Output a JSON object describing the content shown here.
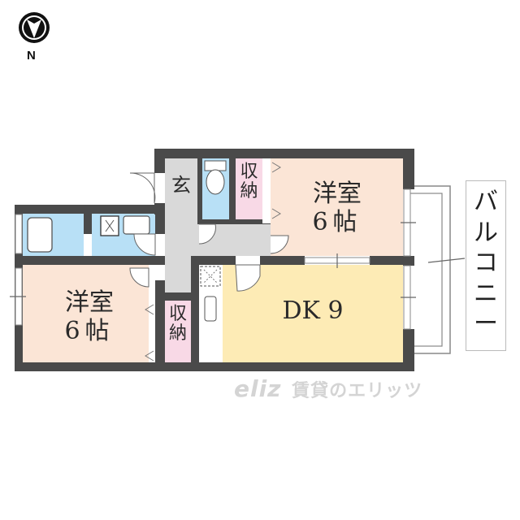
{
  "compass": {
    "icon": "north-arrow-icon",
    "label": "N"
  },
  "rooms": {
    "western_room_top": {
      "name": "洋室",
      "size": "6帖",
      "color": "#fbe5d6"
    },
    "western_room_left": {
      "name": "洋室",
      "size": "6帖",
      "color": "#fbe5d6"
    },
    "dk": {
      "name": "DK 9",
      "color": "#fdebb5"
    },
    "entrance": {
      "name": "玄",
      "color": "#d9d9d9"
    },
    "storage_top": {
      "name_lines": [
        "収",
        "納"
      ],
      "color": "#f8d9e6"
    },
    "storage_bottom": {
      "name_lines": [
        "収",
        "納"
      ],
      "color": "#f8d9e6"
    },
    "toilet": {
      "color": "#b8e0f6"
    },
    "bath": {
      "color": "#b8e0f6"
    },
    "washroom": {
      "color": "#b8e0f6"
    },
    "hallway": {
      "color": "#d9d9d9"
    }
  },
  "balcony": {
    "label_chars": [
      "バ",
      "ル",
      "コ",
      "ニ",
      "ー"
    ]
  },
  "watermark": {
    "logo": "eliz",
    "text": "賃貸のエリッツ"
  },
  "colors": {
    "wall": "#4a4a4a"
  }
}
